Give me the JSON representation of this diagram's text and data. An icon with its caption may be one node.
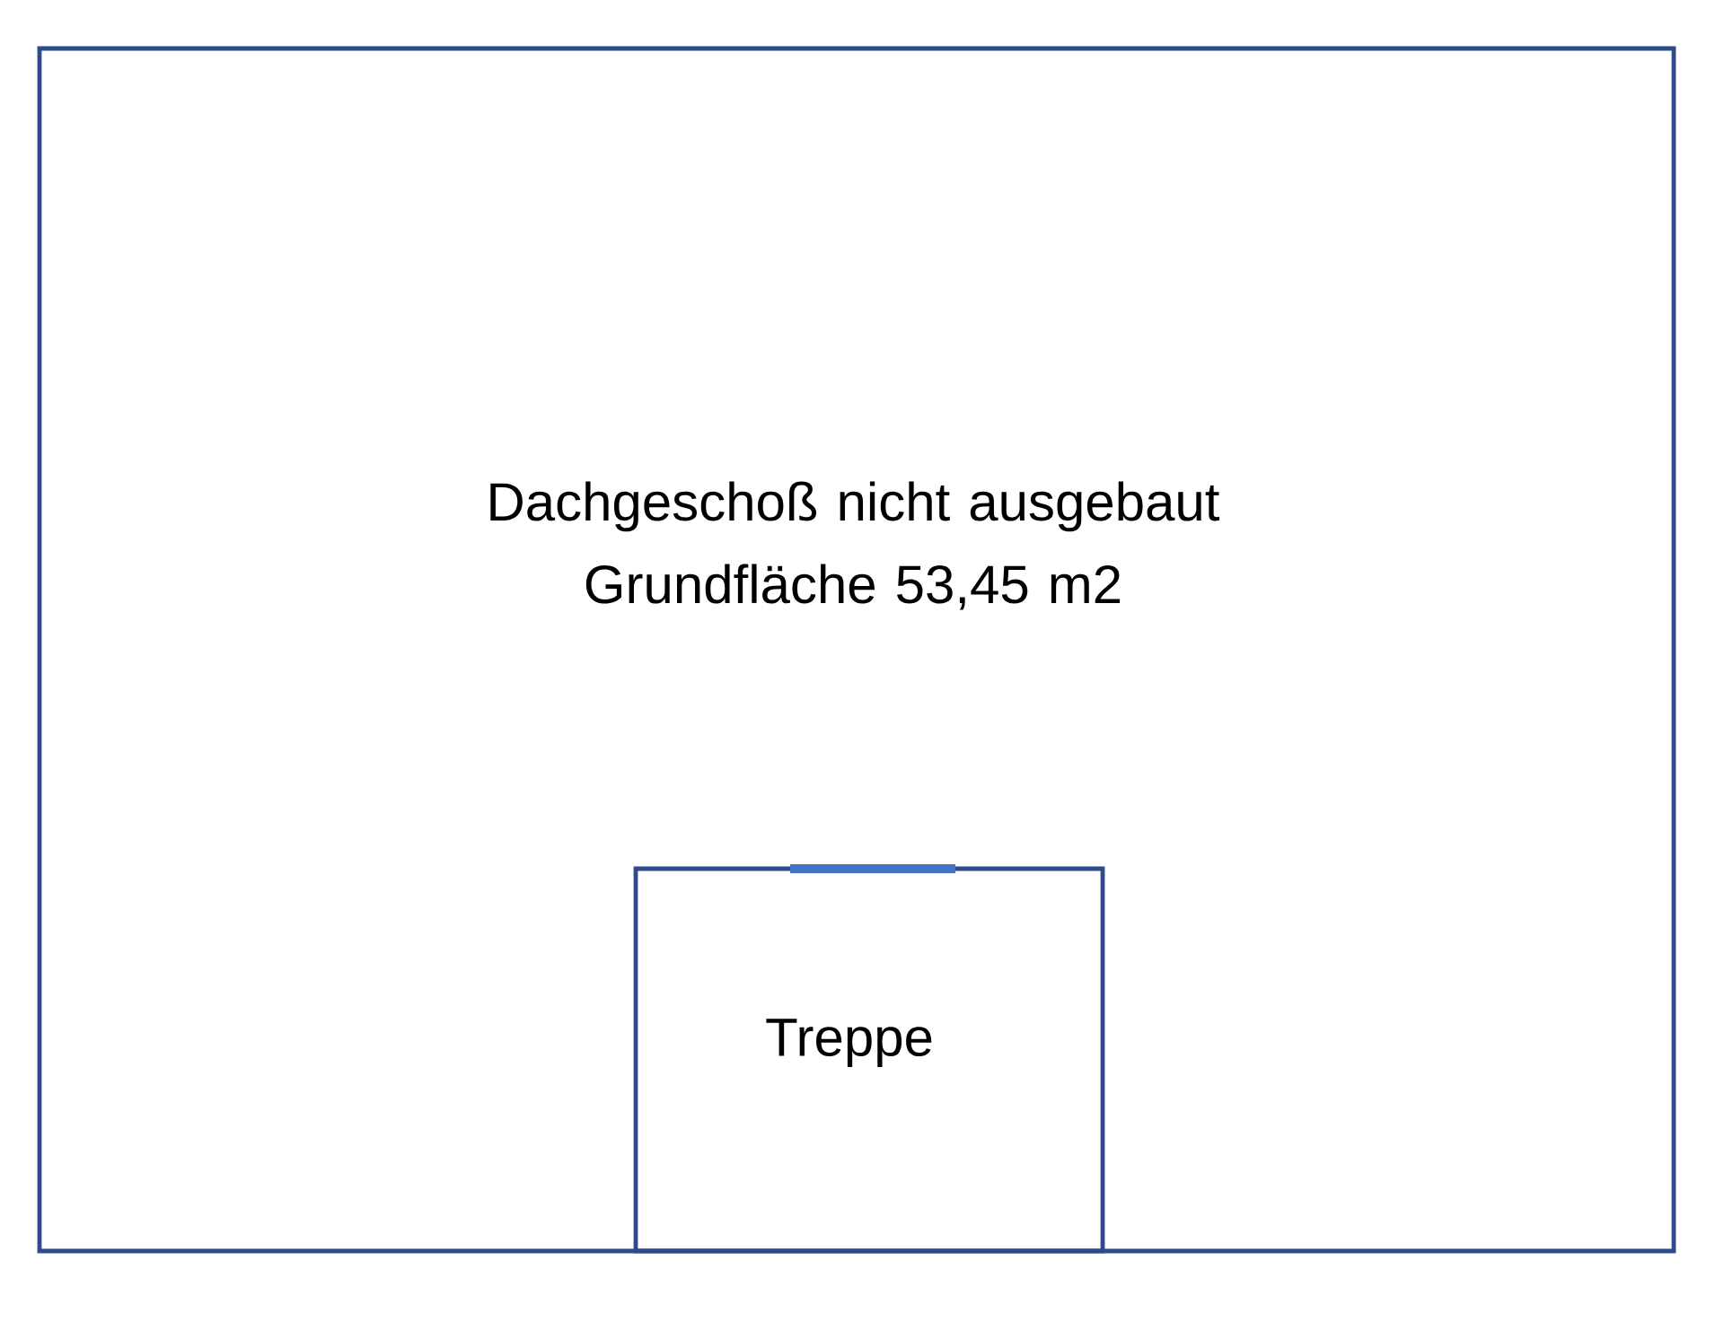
{
  "diagram": {
    "nodes": [
      {
        "text": [
          "Dachgeschoß nicht ausgebaut Grundfläche 53,45 m2"
        ]
      },
      {
        "text": [
          "Treppe"
        ],
        "in": 0
      }
    ]
  }
}
